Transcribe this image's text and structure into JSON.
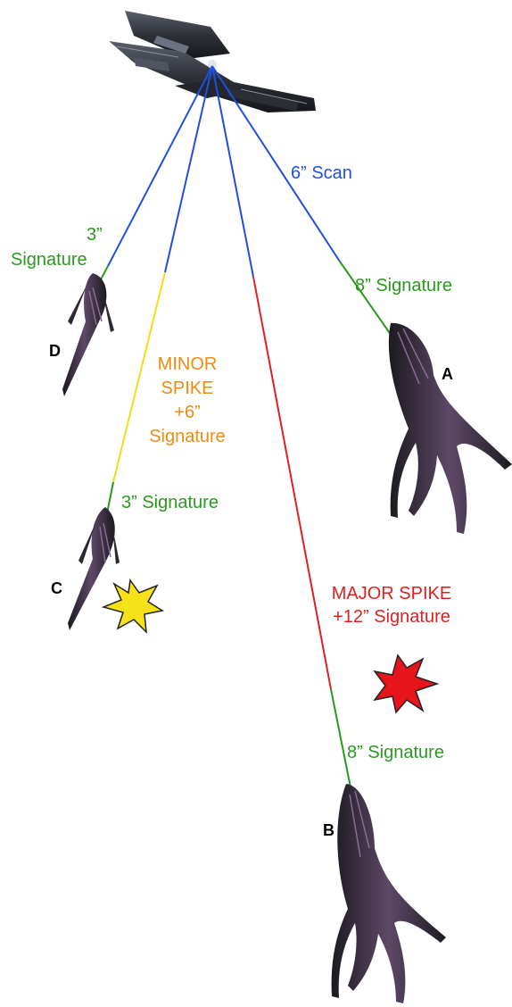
{
  "colors": {
    "scan": "#1f4fe0",
    "signature": "#2a9a1e",
    "minor_spike_line": "#f5dc1a",
    "minor_spike_text": "#f08a10",
    "major_spike": "#e02020",
    "letter": "#000000",
    "ship_hull": "#3b3f47",
    "ship_glow": "#1a1d22",
    "alien_body": "#2a2430",
    "alien_highlight": "#7c5a88",
    "star_minor": "#f7e21a",
    "star_major": "#e8141c"
  },
  "labels": {
    "scan": "6” Scan",
    "sig_a": "8” Signature",
    "sig_b": "8” Signature",
    "sig_c": "3” Signature",
    "sig_d_line1": "3”",
    "sig_d_line2": "Signature",
    "minor_line1": "MINOR",
    "minor_line2": "SPIKE",
    "minor_line3": "+6”",
    "minor_line4": "Signature",
    "major_line1": "MAJOR SPIKE",
    "major_line2": "+12” Signature"
  },
  "ships": {
    "a": "A",
    "b": "B",
    "c": "C",
    "d": "D"
  },
  "icons": {
    "scanner": "battleship-icon",
    "targets": "alien-ship-icon",
    "minor_marker": "yellow-burst-icon",
    "major_marker": "red-burst-icon"
  }
}
